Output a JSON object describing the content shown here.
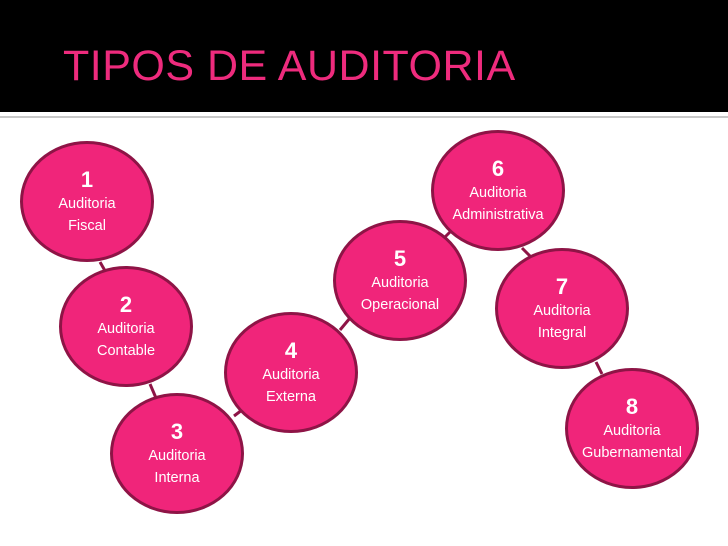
{
  "title": "TIPOS DE AUDITORIA",
  "colors": {
    "header_bg": "#000000",
    "title": "#ee2b7d",
    "node_fill": "#f0257a",
    "node_border": "#8e1446",
    "connector": "#8e1446",
    "node_text": "#ffffff"
  },
  "nodes": [
    {
      "number": "1",
      "line1": "Auditoria",
      "line2": "Fiscal"
    },
    {
      "number": "2",
      "line1": "Auditoria",
      "line2": "Contable"
    },
    {
      "number": "3",
      "line1": "Auditoria",
      "line2": "Interna"
    },
    {
      "number": "4",
      "line1": "Auditoria",
      "line2": "Externa"
    },
    {
      "number": "5",
      "line1": "Auditoria",
      "line2": "Operacional"
    },
    {
      "number": "6",
      "line1": "Auditoria",
      "line2": "Administrativa"
    },
    {
      "number": "7",
      "line1": "Auditoria",
      "line2": "Integral"
    },
    {
      "number": "8",
      "line1": "Auditoria",
      "line2": "Gubernamental"
    }
  ]
}
